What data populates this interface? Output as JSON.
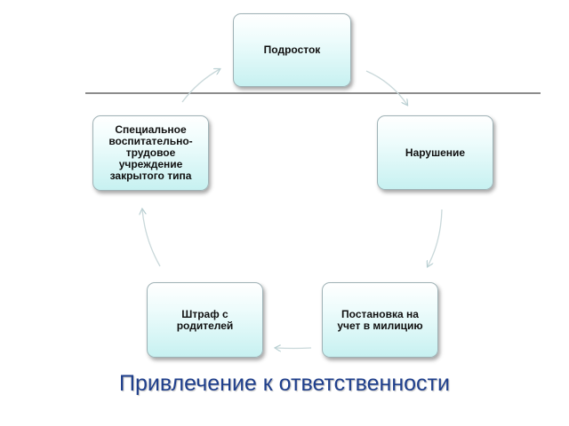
{
  "diagram": {
    "title": "Привлечение к ответственности",
    "nodes": [
      {
        "id": "teen",
        "label": "Подросток"
      },
      {
        "id": "violation",
        "label": "Нарушение"
      },
      {
        "id": "registration",
        "label": "Постановка на учет в милицию"
      },
      {
        "id": "fine",
        "label": "Штраф с родителей"
      },
      {
        "id": "special",
        "label": "Специальное воспитательно-трудовое учреждение закрытого типа"
      }
    ],
    "cycle_order": [
      "teen",
      "violation",
      "registration",
      "fine",
      "special",
      "teen"
    ],
    "colors": {
      "node_fill_top": "#ffffff",
      "node_fill_bottom": "#c7f1f1",
      "node_border": "#9fb2b6",
      "arrow": "#c9d8da",
      "title": "#1f3f8c",
      "rule": "#8c8c8c"
    }
  }
}
